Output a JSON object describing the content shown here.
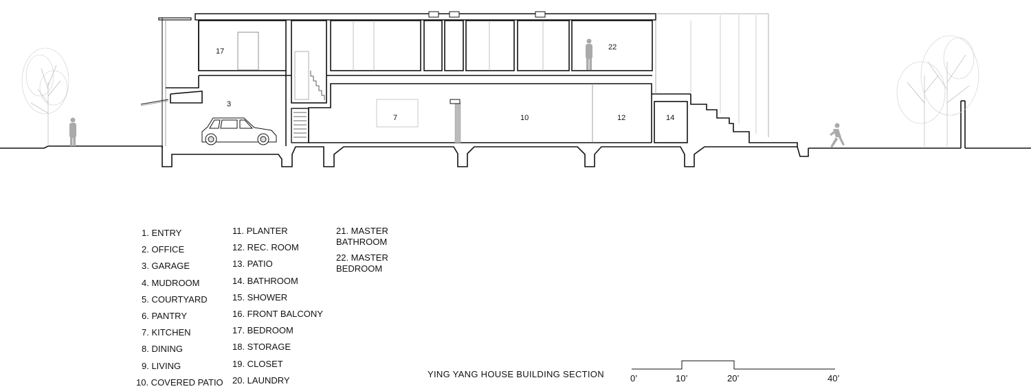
{
  "section_labels": {
    "bedroom": "17",
    "master_bedroom": "22",
    "garage": "3",
    "kitchen": "7",
    "patio_room": "10",
    "rec_room": "12",
    "bathroom": "14"
  },
  "legend": {
    "col1": [
      "1. ENTRY",
      "2. OFFICE",
      "3. GARAGE",
      "4. MUDROOM",
      "5. COURTYARD",
      "6. PANTRY",
      "7. KITCHEN",
      "8. DINING",
      "9. LIVING",
      "10. COVERED PATIO"
    ],
    "col2": [
      "11. PLANTER",
      "12. REC. ROOM",
      "13. PATIO",
      "14. BATHROOM",
      "15. SHOWER",
      "16. FRONT BALCONY",
      "17. BEDROOM",
      "18. STORAGE",
      "19. CLOSET",
      "20. LAUNDRY"
    ],
    "col3": [
      "21. MASTER BATHROOM",
      "22. MASTER BEDROOM"
    ]
  },
  "title": "YING YANG HOUSE BUILDING SECTION",
  "scale": {
    "labels": [
      "0’",
      "10’",
      "20’",
      "40’"
    ]
  }
}
